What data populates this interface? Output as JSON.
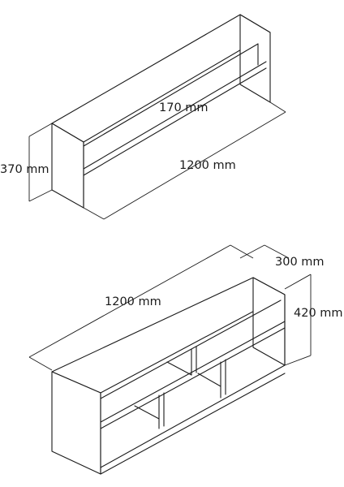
{
  "top_shelf": {
    "depth_label": "170 mm",
    "width_label": "1200 mm",
    "height_label": "370 mm"
  },
  "tv_unit": {
    "width_label": "1200 mm",
    "depth_label": "300 mm",
    "height_label": "420 mm"
  }
}
